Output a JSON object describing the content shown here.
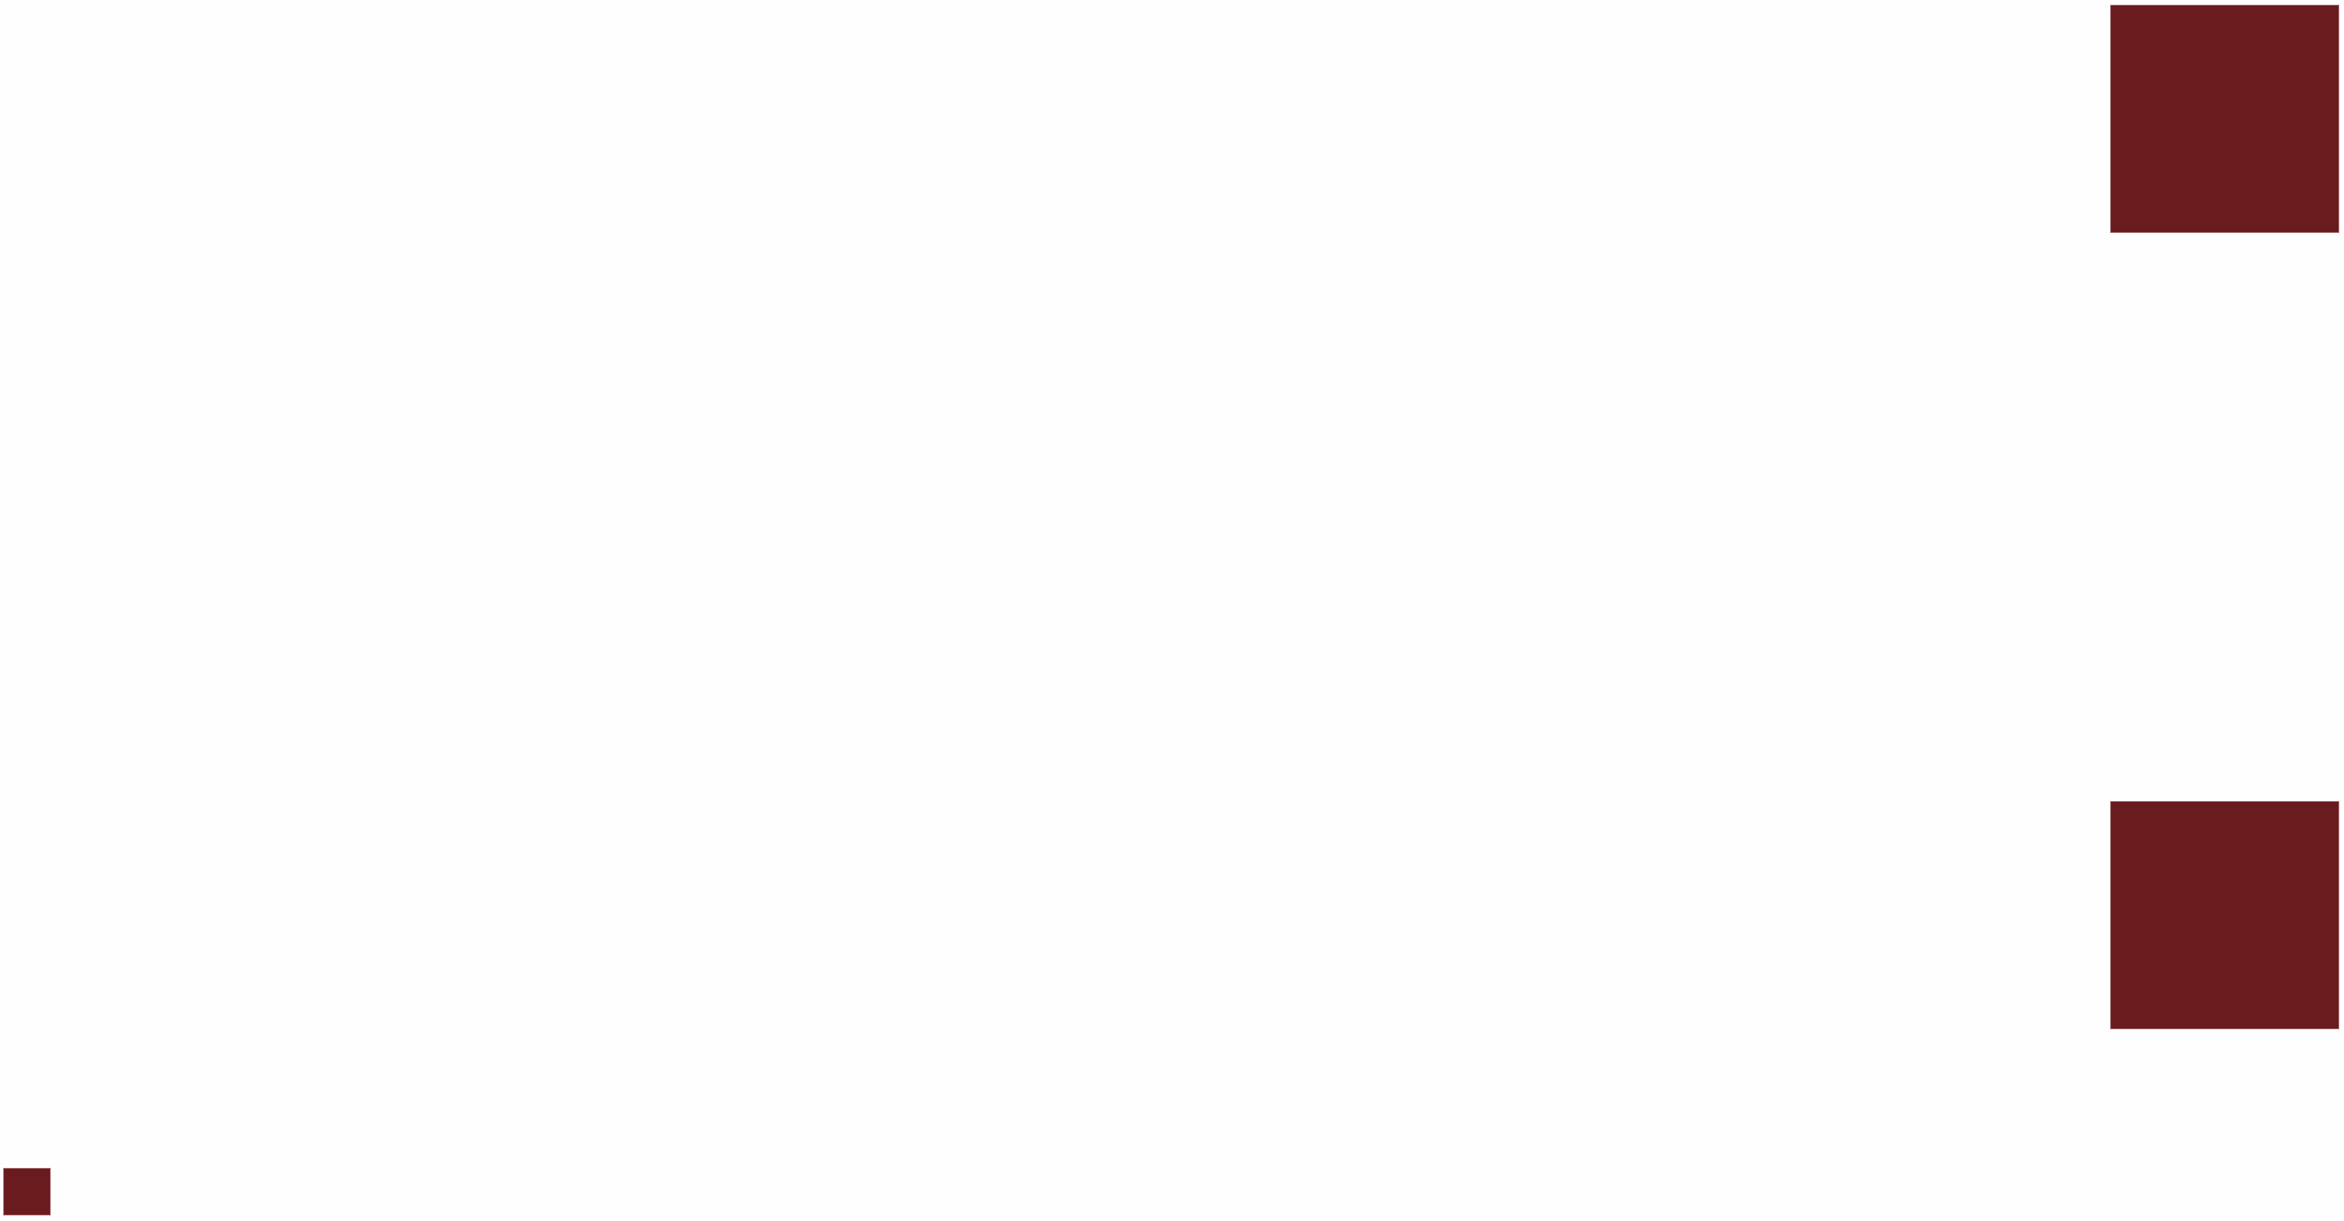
{
  "page": {
    "background_color": "#fefefe"
  },
  "blocks": [
    {
      "name": "top-right-square",
      "color": "#6a1b1e"
    },
    {
      "name": "bottom-right-square",
      "color": "#6a1b1e"
    },
    {
      "name": "bottom-left-square",
      "color": "#6a1b1e"
    }
  ]
}
